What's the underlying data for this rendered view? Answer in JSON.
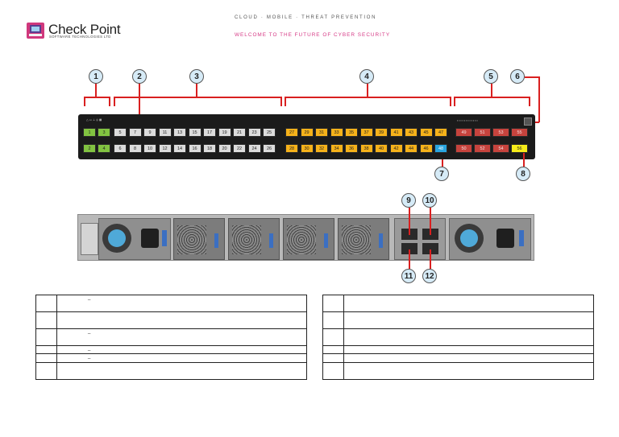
{
  "header": {
    "brand_name": "Check Point",
    "brand_sub": "SOFTWARE TECHNOLOGIES LTD",
    "tagline": "CLOUD · MOBILE · THREAT PREVENTION",
    "welcome": "WELCOME TO THE FUTURE OF CYBER SECURITY"
  },
  "colors": {
    "management_ports": "#82c341",
    "ports_1g": "#dcdcdc",
    "ports_10g": "#f6b21a",
    "ports_40g": "#c6433d",
    "sync_port": "#29a5e0",
    "highlight_port": "#f6ec19",
    "callout_fill": "#d6ebf7",
    "bracket_red": "#d92020"
  },
  "callouts": [
    "1",
    "2",
    "3",
    "4",
    "5",
    "6",
    "7",
    "8",
    "9",
    "10",
    "11",
    "12"
  ],
  "front_panel": {
    "green_top": [
      "1",
      "3"
    ],
    "green_bottom": [
      "2",
      "4"
    ],
    "white_top": [
      "5",
      "7",
      "9",
      "11",
      "13",
      "15",
      "17",
      "19",
      "21",
      "23",
      "25"
    ],
    "white_bottom": [
      "6",
      "8",
      "10",
      "12",
      "14",
      "16",
      "18",
      "20",
      "22",
      "24",
      "26"
    ],
    "orange_top": [
      "27",
      "29",
      "31",
      "33",
      "35",
      "37",
      "39",
      "41",
      "43",
      "45",
      "47"
    ],
    "orange_bottom": [
      "28",
      "30",
      "32",
      "34",
      "36",
      "38",
      "40",
      "42",
      "44",
      "46"
    ],
    "blue_bottom": "48",
    "red_top": [
      "49",
      "51",
      "53",
      "55"
    ],
    "red_bottom": [
      "50",
      "52",
      "54"
    ],
    "yellow_bottom": "56"
  },
  "legend_left": [
    {
      "num": "",
      "text": "_"
    },
    {
      "num": "",
      "text": ""
    },
    {
      "num": "",
      "text": "_"
    },
    {
      "num": "",
      "text": "_"
    },
    {
      "num": "",
      "text": "_"
    },
    {
      "num": "",
      "text": ""
    }
  ],
  "legend_right": [
    {
      "num": "",
      "text": ""
    },
    {
      "num": "",
      "text": ""
    },
    {
      "num": "",
      "text": ""
    },
    {
      "num": "",
      "text": ""
    },
    {
      "num": "",
      "text": ""
    },
    {
      "num": "",
      "text": ""
    }
  ]
}
